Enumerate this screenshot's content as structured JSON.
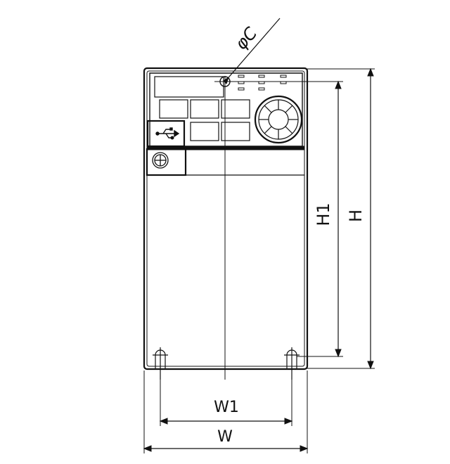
{
  "diagram": {
    "labels": {
      "hole_diameter": "φC",
      "mount_height": "H1",
      "height": "H",
      "mount_width": "W1",
      "width": "W"
    }
  }
}
